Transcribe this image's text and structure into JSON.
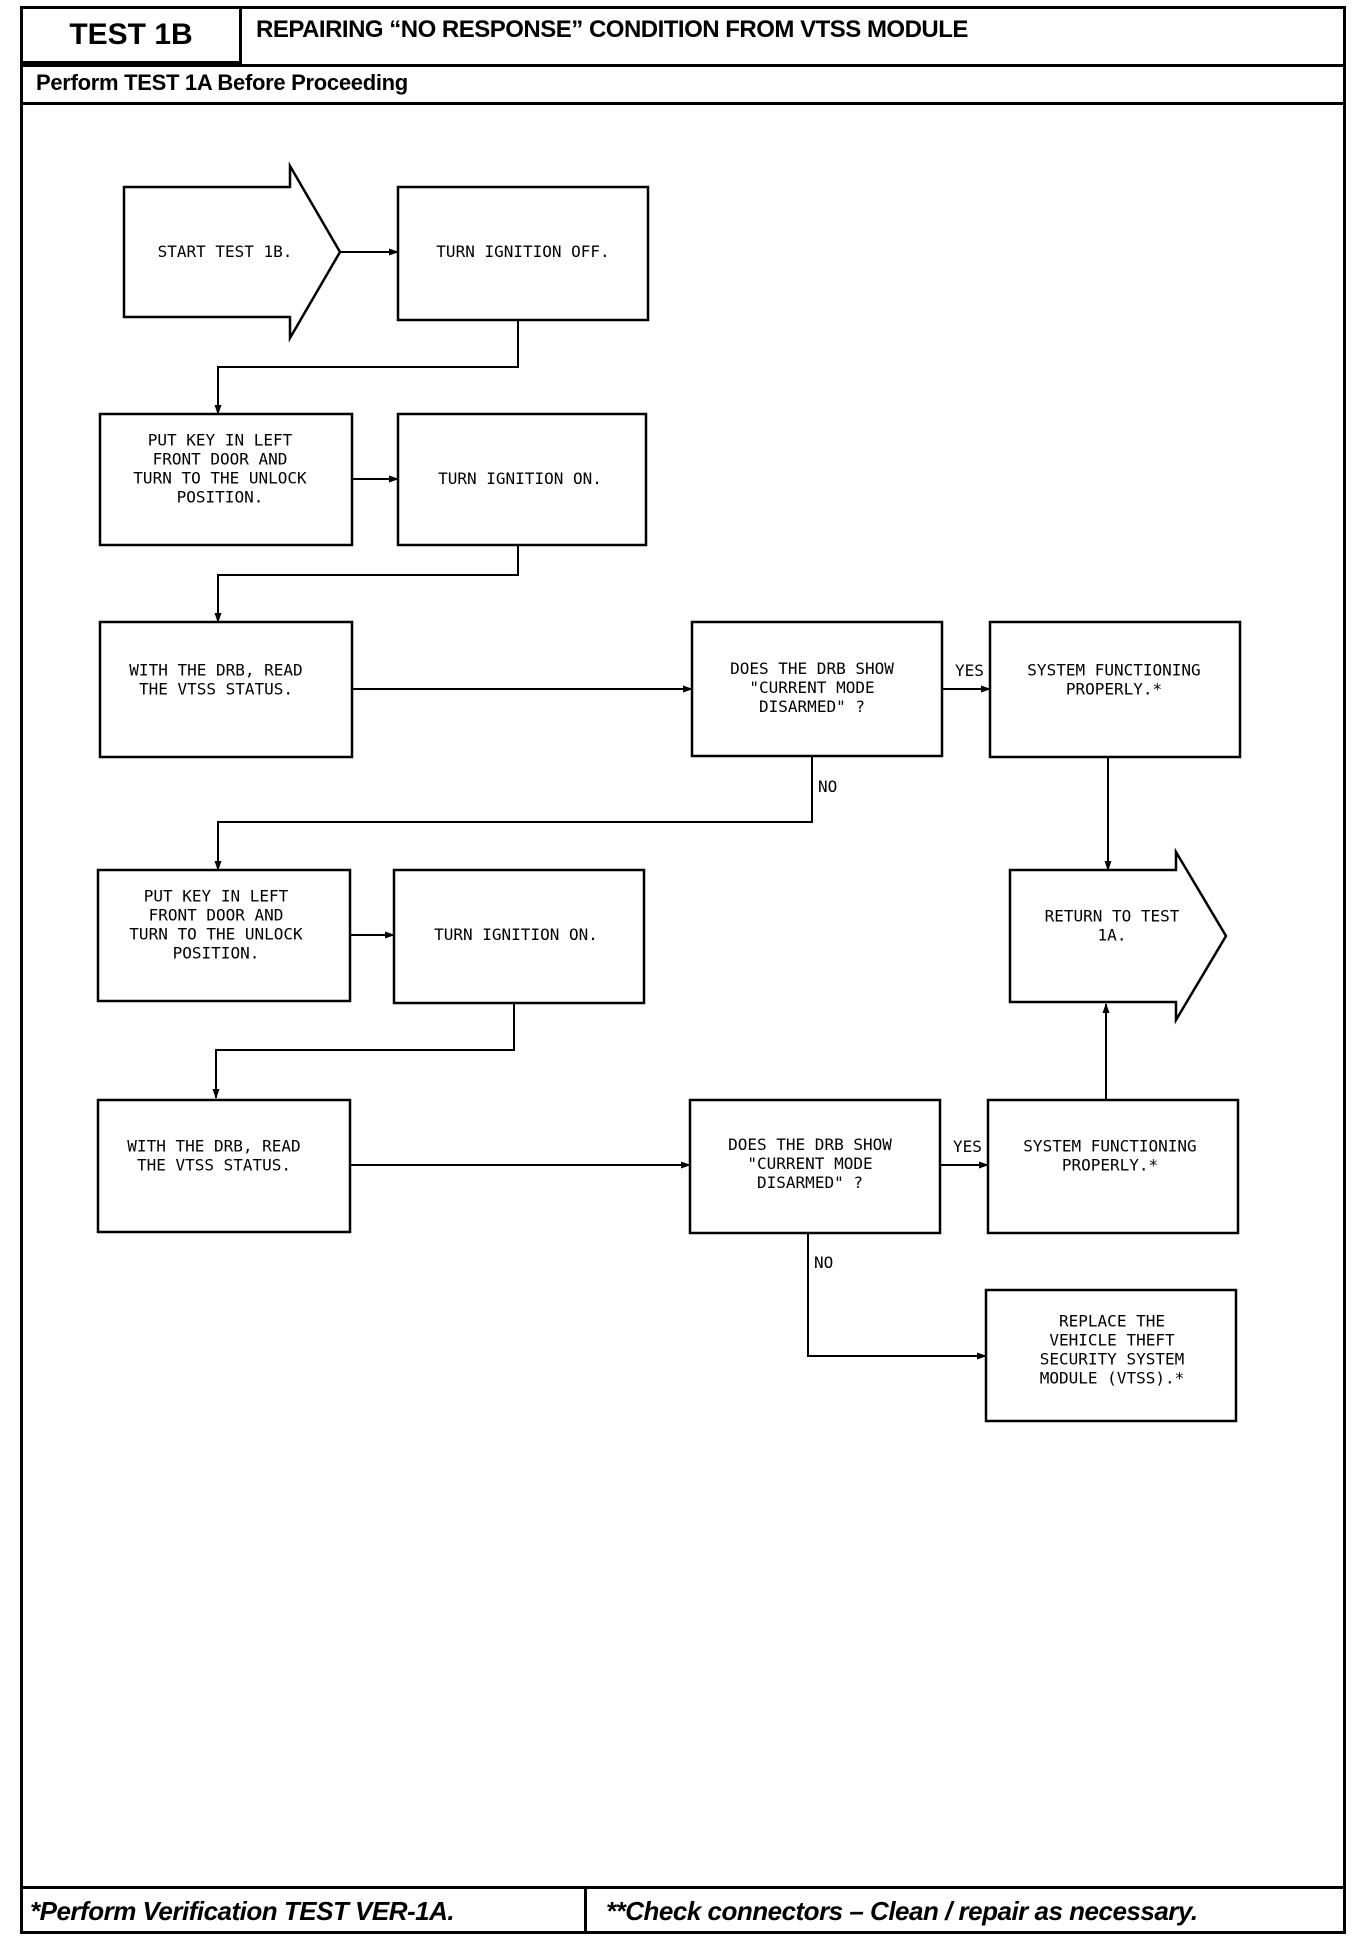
{
  "header": {
    "test_id": "TEST 1B",
    "title": "REPAIRING “NO RESPONSE” CONDITION FROM VTSS MODULE",
    "subtitle": "Perform TEST 1A Before Proceeding"
  },
  "flow": {
    "start": [
      "START TEST 1B."
    ],
    "ignition_off": [
      "TURN IGNITION OFF."
    ],
    "key_unlock_1": [
      "PUT KEY IN LEFT",
      "FRONT DOOR AND",
      "TURN TO THE UNLOCK",
      "POSITION."
    ],
    "ignition_on_1": [
      "TURN IGNITION ON."
    ],
    "read_status_1": [
      "WITH THE DRB, READ",
      "THE VTSS STATUS."
    ],
    "decision_1": [
      "DOES THE DRB SHOW",
      "\"CURRENT MODE",
      "DISARMED\" ?"
    ],
    "ok_1": [
      "SYSTEM FUNCTIONING",
      "PROPERLY.*"
    ],
    "key_unlock_2": [
      "PUT KEY IN LEFT",
      "FRONT DOOR AND",
      "TURN TO THE UNLOCK",
      "POSITION."
    ],
    "ignition_on_2": [
      "TURN IGNITION ON."
    ],
    "return_1a": [
      "RETURN TO TEST",
      "1A."
    ],
    "read_status_2": [
      "WITH THE DRB, READ",
      "THE VTSS STATUS."
    ],
    "decision_2": [
      "DOES THE DRB SHOW",
      "\"CURRENT MODE",
      "DISARMED\" ?"
    ],
    "ok_2": [
      "SYSTEM FUNCTIONING",
      "PROPERLY.*"
    ],
    "replace_module": [
      "REPLACE THE",
      "VEHICLE THEFT",
      "SECURITY SYSTEM",
      "MODULE (VTSS).*"
    ],
    "yes_label": "YES",
    "no_label": "NO"
  },
  "footer": {
    "left": "*Perform Verification TEST VER-1A.",
    "right": "**Check connectors – Clean / repair as necessary."
  }
}
